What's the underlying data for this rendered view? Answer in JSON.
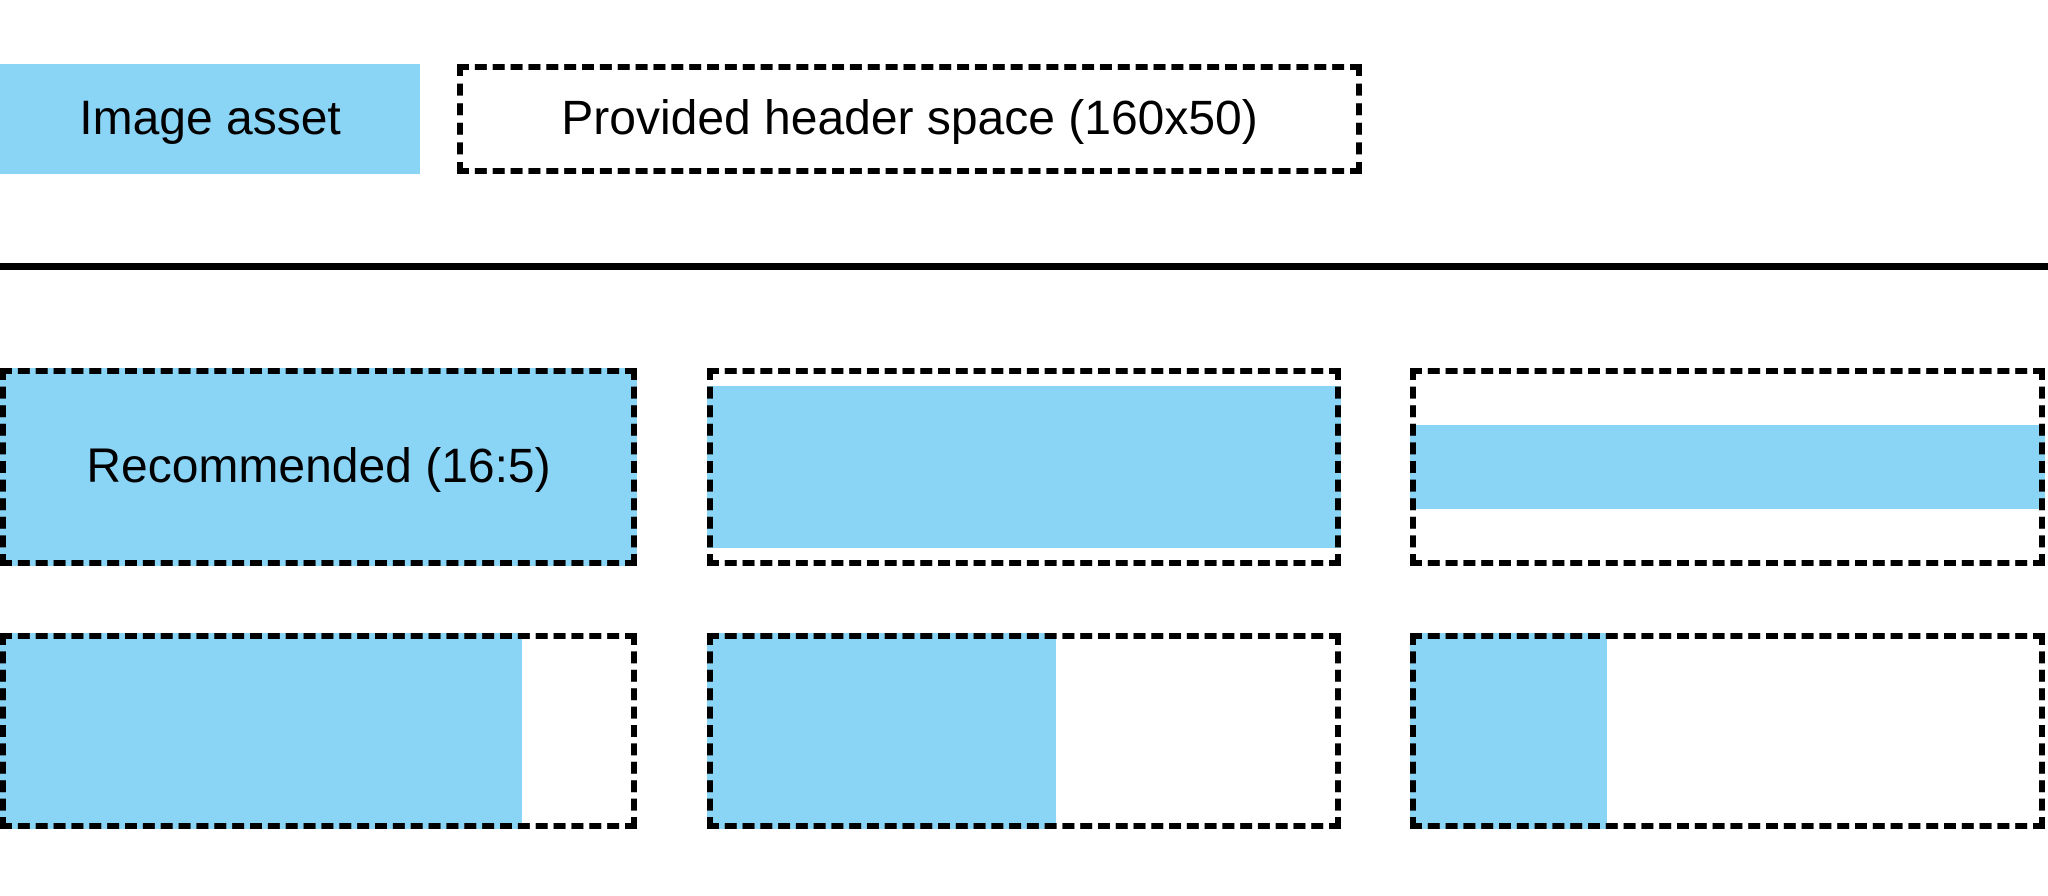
{
  "colors": {
    "asset_blue": "#8AD5F6",
    "line": "#000000",
    "background": "#FFFFFF"
  },
  "legend": {
    "image_asset": {
      "label": "Image asset"
    },
    "header_space": {
      "label": "Provided header space (160x50)"
    }
  },
  "examples": {
    "row1": [
      {
        "name": "recommended-16-5",
        "label": "Recommended (16:5)",
        "fill": {
          "width_pct": 100,
          "height_pct": 100
        }
      },
      {
        "name": "wide-asset-letterboxed",
        "label": "",
        "fill": {
          "width_pct": 100,
          "height_pct": 82
        }
      },
      {
        "name": "very-wide-asset-thin-bar",
        "label": "",
        "fill": {
          "width_pct": 100,
          "height_pct": 42
        }
      }
    ],
    "row2": [
      {
        "name": "tall-asset-82pct-width",
        "label": "",
        "fill": {
          "width_pct": 82,
          "height_pct": 100
        }
      },
      {
        "name": "tall-asset-55pct-width",
        "label": "",
        "fill": {
          "width_pct": 55,
          "height_pct": 100
        }
      },
      {
        "name": "tall-asset-31pct-width",
        "label": "",
        "fill": {
          "width_pct": 31,
          "height_pct": 100
        }
      }
    ]
  }
}
